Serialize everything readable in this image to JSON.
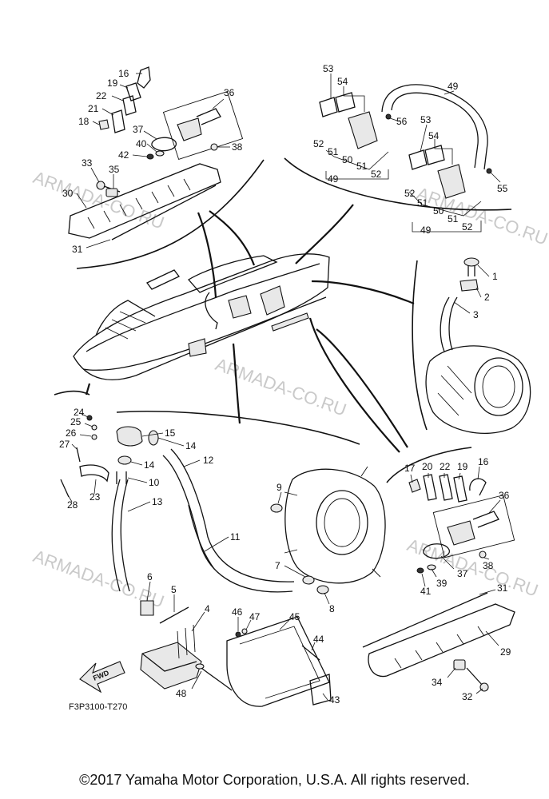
{
  "diagram": {
    "code": "F3P3100-T270",
    "fwd_label": "FWD",
    "watermark": "ARMADA-CO.RU",
    "copyright": "©2017 Yamaha Motor Corporation, U.S.A. All rights reserved.",
    "callouts": {
      "c1": "1",
      "c2": "2",
      "c3": "3",
      "c4": "4",
      "c5": "5",
      "c6": "6",
      "c7": "7",
      "c8": "8",
      "c9": "9",
      "c10": "10",
      "c11": "11",
      "c12": "12",
      "c13": "13",
      "c14a": "14",
      "c14b": "14",
      "c15": "15",
      "c16a": "16",
      "c16b": "16",
      "c17": "17",
      "c18": "18",
      "c19": "19",
      "c20": "20",
      "c21": "21",
      "c22a": "22",
      "c22b": "22",
      "c23": "23",
      "c24": "24",
      "c25": "25",
      "c26": "26",
      "c27": "27",
      "c28": "28",
      "c29": "29",
      "c30": "30",
      "c31a": "31",
      "c31b": "31",
      "c32": "32",
      "c33": "33",
      "c34": "34",
      "c35": "35",
      "c36a": "36",
      "c36b": "36",
      "c37a": "37",
      "c37b": "37",
      "c38a": "38",
      "c38b": "38",
      "c39": "39",
      "c40": "40",
      "c41": "41",
      "c42": "42",
      "c43": "43",
      "c44": "44",
      "c45": "45",
      "c46": "46",
      "c47": "47",
      "c48": "48",
      "c49a": "49",
      "c49b": "49",
      "c49c": "49",
      "c50a": "50",
      "c50b": "50",
      "c51a": "51",
      "c51b": "51",
      "c51c": "51",
      "c51d": "51",
      "c52a": "52",
      "c52b": "52",
      "c52c": "52",
      "c52d": "52",
      "c53a": "53",
      "c53b": "53",
      "c54a": "54",
      "c54b": "54",
      "c55": "55",
      "c56": "56"
    }
  }
}
